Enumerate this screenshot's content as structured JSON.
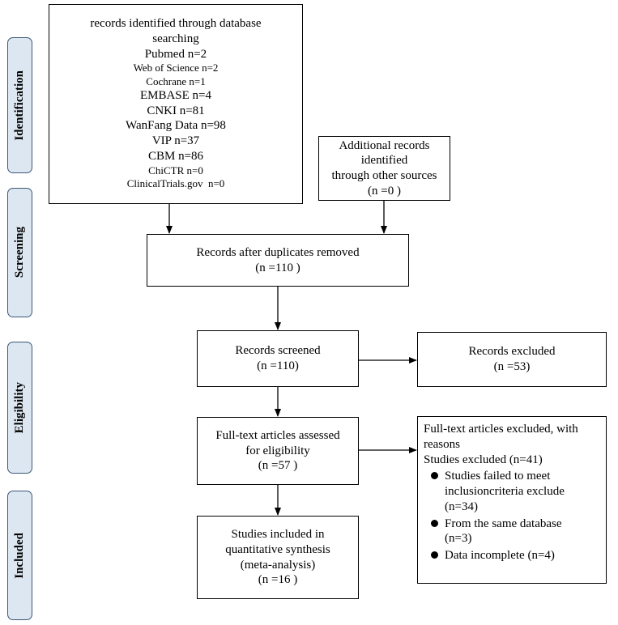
{
  "stages": [
    {
      "label": "Identification"
    },
    {
      "label": "Screening"
    },
    {
      "label": "Eligibility"
    },
    {
      "label": "Included"
    }
  ],
  "database_search": {
    "heading_line1": "records identified through database",
    "heading_line2": "searching",
    "sources": [
      "Pubmed n=2",
      "Web of Science n=2",
      "Cochrane n=1",
      "EMBASE n=4",
      "CNKI n=81",
      "WanFang Data n=98",
      "VIP n=37",
      "CBM n=86",
      "ChiCTR n=0",
      "ClinicalTrials.gov  n=0"
    ]
  },
  "other_sources": {
    "line1": "Additional records identified",
    "line2": "through other sources",
    "count": "(n =0 )"
  },
  "duplicates_removed": {
    "label": "Records after duplicates removed",
    "count": "(n =110 )"
  },
  "screened": {
    "label": "Records screened",
    "count": "(n =110)"
  },
  "excluded": {
    "label": "Records excluded",
    "count": "(n =53)"
  },
  "fulltext": {
    "line1": "Full-text articles assessed",
    "line2": "for eligibility",
    "count": "(n =57 )"
  },
  "fulltext_excluded": {
    "line1": "Full-text articles excluded, with",
    "line2": "reasons",
    "line3": "Studies excluded (n=41)",
    "reasons": [
      {
        "line1": "Studies failed to meet",
        "line2": "inclusioncriteria exclude",
        "line3": "(n=34)"
      },
      {
        "line1": "From the same database",
        "line2": "(n=3)"
      },
      {
        "line1": "Data incomplete (n=4)"
      }
    ]
  },
  "included": {
    "line1": "Studies included in",
    "line2": "quantitative synthesis",
    "line3": "(meta-analysis)",
    "count": "(n =16 )"
  }
}
